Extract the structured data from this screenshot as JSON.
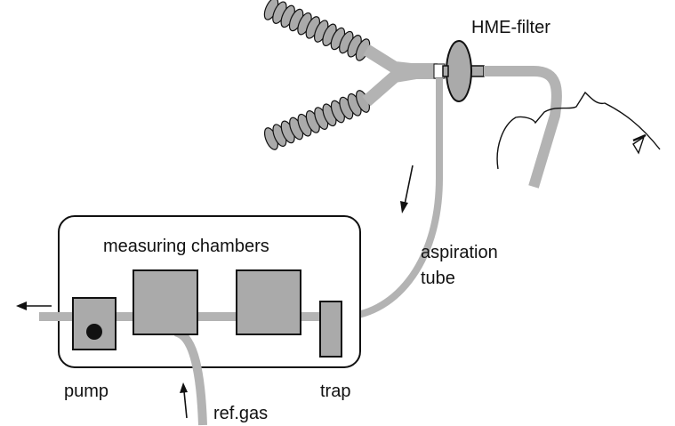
{
  "labels": {
    "hme_filter": "HME-filter",
    "measuring_chambers": "measuring chambers",
    "aspiration": "aspiration",
    "tube": "tube",
    "pump": "pump",
    "trap": "trap",
    "ref_gas": "ref.gas"
  },
  "colors": {
    "tube": "#b3b3b3",
    "component_fill": "#aaaaaa",
    "outline": "#111111",
    "background": "#ffffff"
  },
  "icons": [
    "corrugated-breathing-hose",
    "y-piece",
    "hme-filter",
    "patient-face-outline",
    "flow-arrow"
  ]
}
